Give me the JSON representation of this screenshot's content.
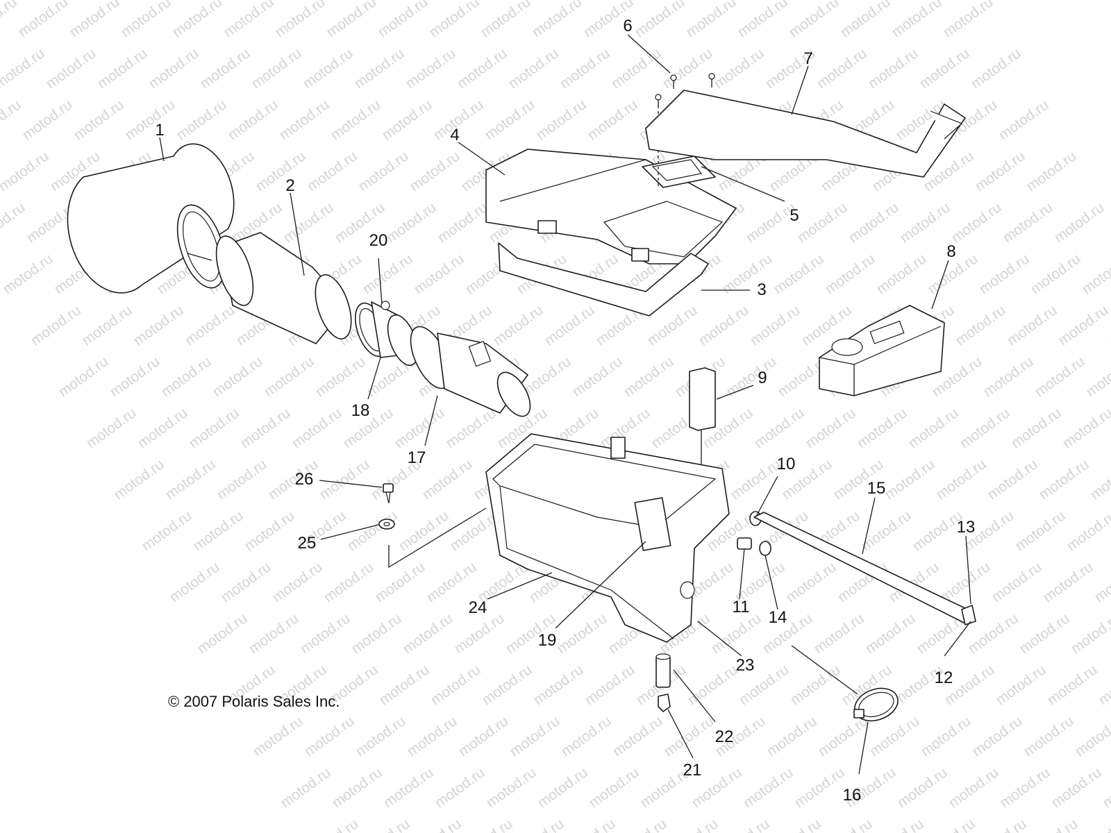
{
  "watermark_text": "motod.ru",
  "copyright": "© 2007 Polaris Sales Inc.",
  "callouts": [
    {
      "id": "1",
      "label": "1"
    },
    {
      "id": "2",
      "label": "2"
    },
    {
      "id": "3",
      "label": "3"
    },
    {
      "id": "4",
      "label": "4"
    },
    {
      "id": "5",
      "label": "5"
    },
    {
      "id": "6",
      "label": "6"
    },
    {
      "id": "7",
      "label": "7"
    },
    {
      "id": "8",
      "label": "8"
    },
    {
      "id": "9",
      "label": "9"
    },
    {
      "id": "10",
      "label": "10"
    },
    {
      "id": "11",
      "label": "11"
    },
    {
      "id": "12",
      "label": "12"
    },
    {
      "id": "13",
      "label": "13"
    },
    {
      "id": "14",
      "label": "14"
    },
    {
      "id": "15",
      "label": "15"
    },
    {
      "id": "16",
      "label": "16"
    },
    {
      "id": "17",
      "label": "17"
    },
    {
      "id": "18",
      "label": "18"
    },
    {
      "id": "19",
      "label": "19"
    },
    {
      "id": "20",
      "label": "20"
    },
    {
      "id": "21",
      "label": "21"
    },
    {
      "id": "22",
      "label": "22"
    },
    {
      "id": "23",
      "label": "23"
    },
    {
      "id": "24",
      "label": "24"
    },
    {
      "id": "25",
      "label": "25"
    },
    {
      "id": "26",
      "label": "26"
    }
  ],
  "colors": {
    "line": "#1a1a1a",
    "watermark": "#d4d4d4",
    "background": "#ffffff"
  }
}
